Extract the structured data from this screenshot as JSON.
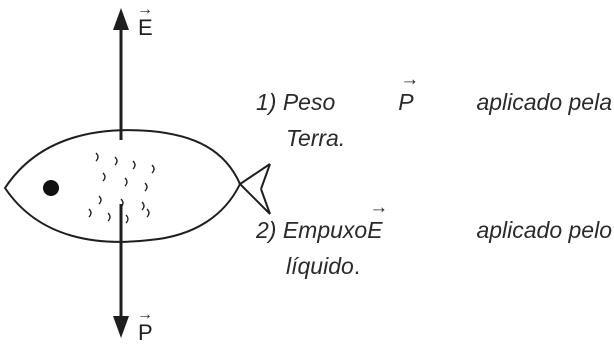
{
  "forces": {
    "buoyancy_symbol": "E",
    "weight_symbol": "P",
    "vector_arrow": "→"
  },
  "items": [
    {
      "number": "1)",
      "word": "Peso",
      "symbol": "P",
      "rest": "aplicado pela",
      "continuation": "Terra."
    },
    {
      "number": "2)",
      "word": "Empuxo",
      "symbol": "E",
      "rest": "aplicado pelo",
      "continuation": "líquido",
      "end": "."
    }
  ]
}
